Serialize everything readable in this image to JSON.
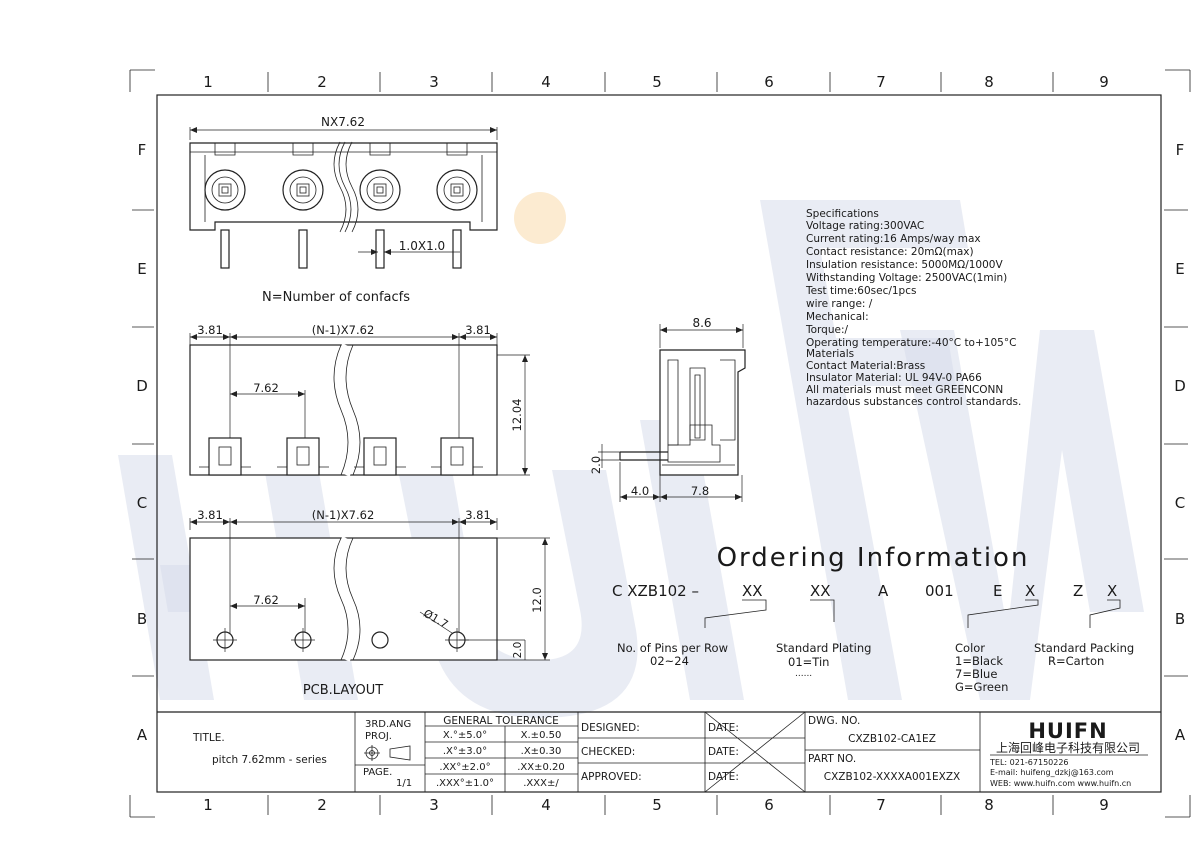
{
  "frame": {
    "columns": [
      "1",
      "2",
      "3",
      "4",
      "5",
      "6",
      "7",
      "8",
      "9"
    ],
    "rows": [
      "F",
      "E",
      "D",
      "C",
      "B",
      "A"
    ]
  },
  "watermark": "HUIFN",
  "views": {
    "top_width": "NX7.62",
    "pin_size": "1.0X1.0",
    "n_note": "N=Number of confacfs",
    "front_left": "3.81",
    "front_mid": "(N-1)X7.62",
    "front_right": "3.81",
    "front_pitch": "7.62",
    "front_height": "12.04",
    "side_width": "8.6",
    "side_pin": "2.0",
    "side_left": "4.0",
    "side_right": "7.8",
    "pcb_left": "3.81",
    "pcb_mid": "(N-1)X7.62",
    "pcb_right": "3.81",
    "pcb_pitch": "7.62",
    "pcb_hole": "Ø1.7",
    "pcb_height": "12.0",
    "pcb_offset": "2.0",
    "pcb_title": "PCB.LAYOUT"
  },
  "specs": [
    "Specifications",
    "Voltage rating:300VAC",
    "Current rating:16 Amps/way max",
    "Contact resistance: 20mΩ(max)",
    "Insulation resistance: 5000MΩ/1000V",
    "Withstanding Voltage: 2500VAC(1min)",
    "Test time:60sec/1pcs",
    "wire range: /",
    "Mechanical:",
    "Torque:/",
    "Operating temperature:-40°C to+105°C",
    "Materials",
    "Contact Material:Brass",
    "Insulator Material: UL 94V-0 PA66",
    "All materials must meet GREENCONN",
    "hazardous substances control standards."
  ],
  "ordering": {
    "title": "Ordering Information",
    "code": [
      "C XZB102 –",
      "XX",
      "XX",
      "A",
      "001",
      "E",
      "X",
      "Z",
      "X"
    ],
    "pins_label": "No. of Pins per Row",
    "pins_range": "02~24",
    "plating_label": "Standard Plating",
    "plating_value": "01=Tin",
    "plating_more": "......",
    "color_label": "Color",
    "color_1": "1=Black",
    "color_7": "7=Blue",
    "color_g": "G=Green",
    "packing_label": "Standard Packing",
    "packing_value": "R=Carton"
  },
  "title_block": {
    "title_label": "TITLE.",
    "title_value": "pitch 7.62mm - series",
    "proj_1": "3RD.ANG",
    "proj_2": "PROJ.",
    "page_label": "PAGE.",
    "page_value": "1/1",
    "tol_header": "GENERAL TOLERANCE",
    "tol": [
      [
        "X.°±5.0°",
        "X.±0.50"
      ],
      [
        ".X°±3.0°",
        ".X±0.30"
      ],
      [
        ".XX°±2.0°",
        ".XX±0.20"
      ],
      [
        ".XXX°±1.0°",
        ".XXX±/"
      ]
    ],
    "designed": "DESIGNED:",
    "checked": "CHECKED:",
    "approved": "APPROVED:",
    "date": "DATE:",
    "dwg_label": "DWG. NO.",
    "dwg_value": "CXZB102-CA1EZ",
    "part_label": "PART NO.",
    "part_value": "CXZB102-XXXXA001EXZX",
    "logo": "HUIFN",
    "company": "上海回峰电子科技有限公司",
    "tel": "TEL: 021-67150226",
    "email": "E-mail: huifeng_dzkj@163.com",
    "web": "WEB: www.huifn.com   www.huifn.cn"
  }
}
